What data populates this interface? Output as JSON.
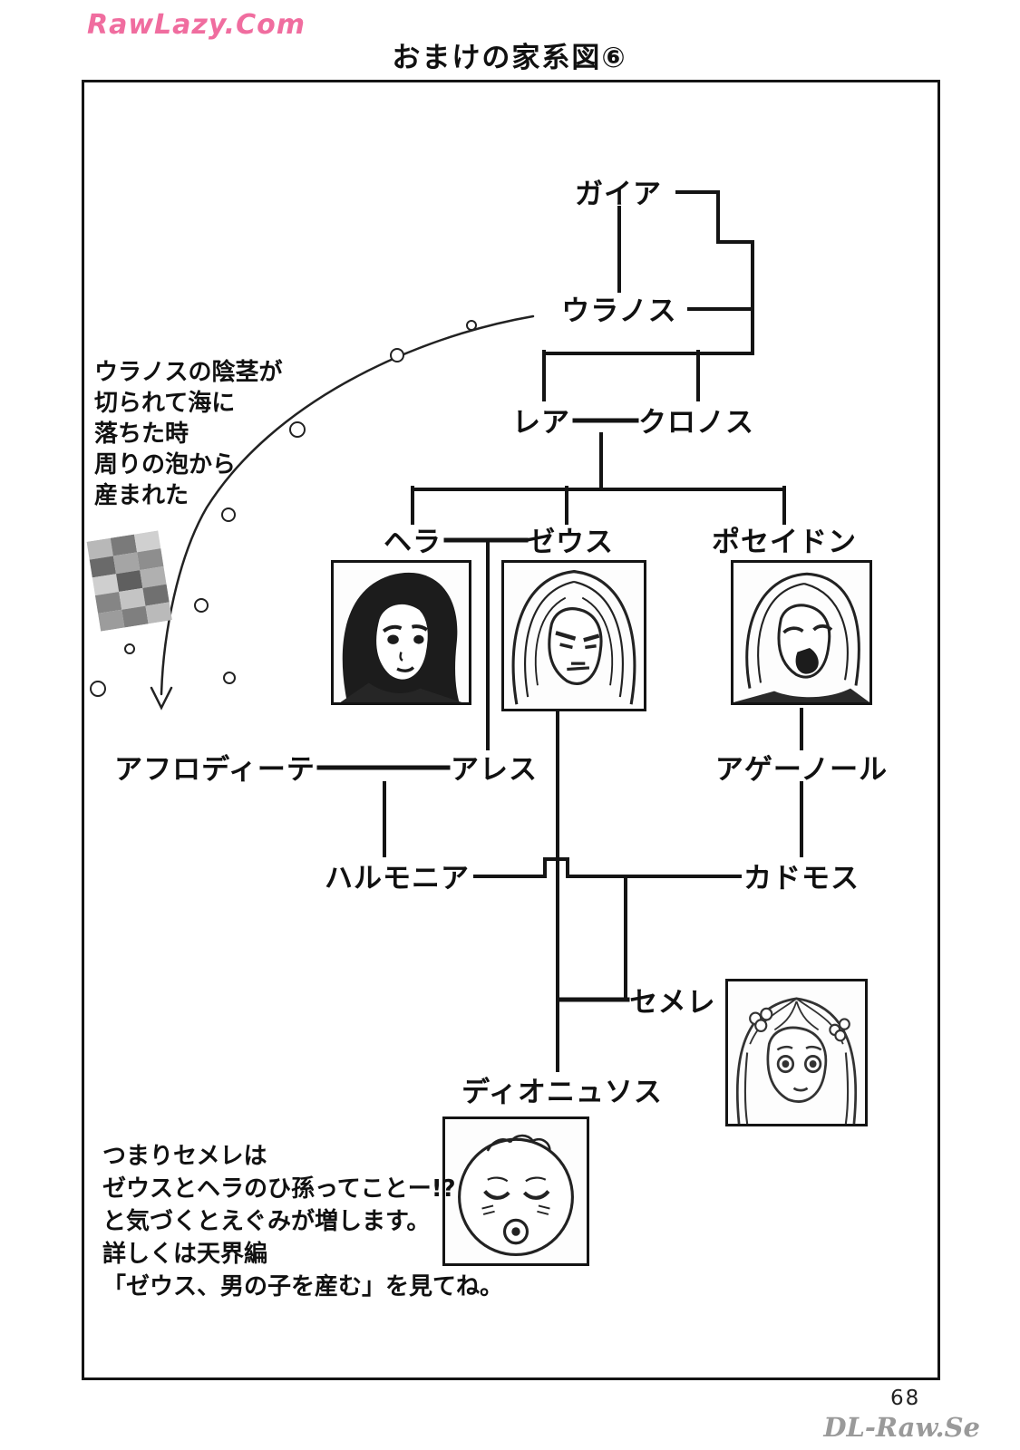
{
  "watermarks": {
    "top_left": "RawLazy.Com",
    "bottom_right": "DL-Raw.Se"
  },
  "page": {
    "title": "おまけの家系図⑥",
    "number": "68"
  },
  "tree": {
    "gaia": "ガイア",
    "uranus": "ウラノス",
    "rhea": "レア",
    "cronus": "クロノス",
    "hera": "ヘラ",
    "zeus": "ゼウス",
    "poseidon": "ポセイドン",
    "aphrodite": "アフロディーテ",
    "ares": "アレス",
    "agenor": "アゲーノール",
    "harmonia": "ハルモニア",
    "cadmus": "カドモス",
    "semele": "セメレ",
    "dionysus": "ディオニュソス"
  },
  "notes": {
    "aphrodite_origin": "ウラノスの陰茎が\n切られて海に\n落ちた時\n周りの泡から\n産まれた",
    "bottom_comment": "つまりセメレは\nゼウスとヘラのひ孫ってことー!?\nと気づくとえぐみが増します。\n詳しくは天界編\n「ゼウス、男の子を産む」を見てね。"
  },
  "colors": {
    "watermark_pink": "#f06d9f",
    "watermark_gray": "#9a9a9a",
    "line_black": "#141414"
  }
}
